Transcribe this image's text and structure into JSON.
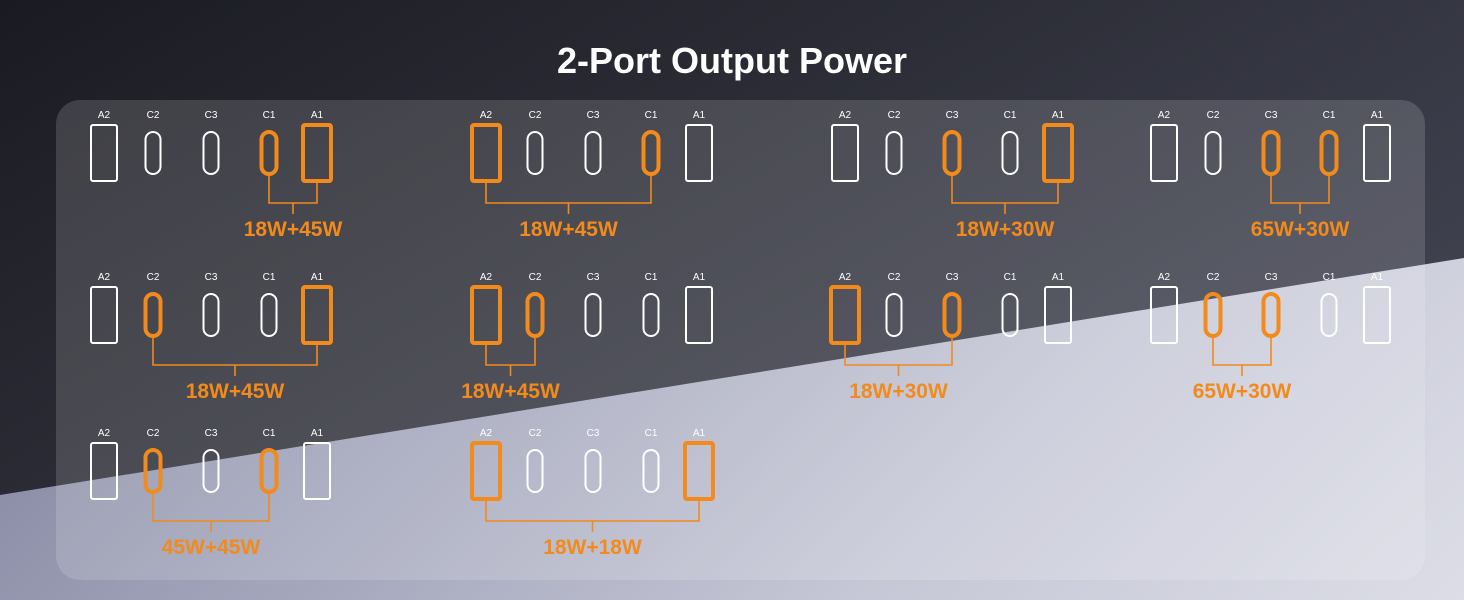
{
  "title": "2-Port Output Power",
  "colors": {
    "active": "#f28a1c",
    "inactive": "#ffffff"
  },
  "combos": [
    {
      "ports": [
        {
          "label": "A2",
          "type": "A",
          "active": false
        },
        {
          "label": "C2",
          "type": "C",
          "active": false
        },
        {
          "label": "C3",
          "type": "C",
          "active": false
        },
        {
          "label": "C1",
          "type": "C",
          "active": true
        },
        {
          "label": "A1",
          "type": "A",
          "active": true
        }
      ],
      "power": "18W+45W"
    },
    {
      "ports": [
        {
          "label": "A2",
          "type": "A",
          "active": true
        },
        {
          "label": "C2",
          "type": "C",
          "active": false
        },
        {
          "label": "C3",
          "type": "C",
          "active": false
        },
        {
          "label": "C1",
          "type": "C",
          "active": true
        },
        {
          "label": "A1",
          "type": "A",
          "active": false
        }
      ],
      "power": "18W+45W"
    },
    {
      "ports": [
        {
          "label": "A2",
          "type": "A",
          "active": false
        },
        {
          "label": "C2",
          "type": "C",
          "active": false
        },
        {
          "label": "C3",
          "type": "C",
          "active": true
        },
        {
          "label": "C1",
          "type": "C",
          "active": false
        },
        {
          "label": "A1",
          "type": "A",
          "active": true
        }
      ],
      "power": "18W+30W"
    },
    {
      "ports": [
        {
          "label": "A2",
          "type": "A",
          "active": false
        },
        {
          "label": "C2",
          "type": "C",
          "active": false
        },
        {
          "label": "C3",
          "type": "C",
          "active": true
        },
        {
          "label": "C1",
          "type": "C",
          "active": true
        },
        {
          "label": "A1",
          "type": "A",
          "active": false
        }
      ],
      "power": "65W+30W"
    },
    {
      "ports": [
        {
          "label": "A2",
          "type": "A",
          "active": false
        },
        {
          "label": "C2",
          "type": "C",
          "active": true
        },
        {
          "label": "C3",
          "type": "C",
          "active": false
        },
        {
          "label": "C1",
          "type": "C",
          "active": false
        },
        {
          "label": "A1",
          "type": "A",
          "active": true
        }
      ],
      "power": "18W+45W"
    },
    {
      "ports": [
        {
          "label": "A2",
          "type": "A",
          "active": true
        },
        {
          "label": "C2",
          "type": "C",
          "active": true
        },
        {
          "label": "C3",
          "type": "C",
          "active": false
        },
        {
          "label": "C1",
          "type": "C",
          "active": false
        },
        {
          "label": "A1",
          "type": "A",
          "active": false
        }
      ],
      "power": "18W+45W"
    },
    {
      "ports": [
        {
          "label": "A2",
          "type": "A",
          "active": true
        },
        {
          "label": "C2",
          "type": "C",
          "active": false
        },
        {
          "label": "C3",
          "type": "C",
          "active": true
        },
        {
          "label": "C1",
          "type": "C",
          "active": false
        },
        {
          "label": "A1",
          "type": "A",
          "active": false
        }
      ],
      "power": "18W+30W"
    },
    {
      "ports": [
        {
          "label": "A2",
          "type": "A",
          "active": false
        },
        {
          "label": "C2",
          "type": "C",
          "active": true
        },
        {
          "label": "C3",
          "type": "C",
          "active": true
        },
        {
          "label": "C1",
          "type": "C",
          "active": false
        },
        {
          "label": "A1",
          "type": "A",
          "active": false
        }
      ],
      "power": "65W+30W"
    },
    {
      "ports": [
        {
          "label": "A2",
          "type": "A",
          "active": false
        },
        {
          "label": "C2",
          "type": "C",
          "active": true
        },
        {
          "label": "C3",
          "type": "C",
          "active": false
        },
        {
          "label": "C1",
          "type": "C",
          "active": true
        },
        {
          "label": "A1",
          "type": "A",
          "active": false
        }
      ],
      "power": "45W+45W"
    },
    {
      "ports": [
        {
          "label": "A2",
          "type": "A",
          "active": true
        },
        {
          "label": "C2",
          "type": "C",
          "active": false
        },
        {
          "label": "C3",
          "type": "C",
          "active": false
        },
        {
          "label": "C1",
          "type": "C",
          "active": false
        },
        {
          "label": "A1",
          "type": "A",
          "active": true
        }
      ],
      "power": "18W+18W"
    }
  ]
}
